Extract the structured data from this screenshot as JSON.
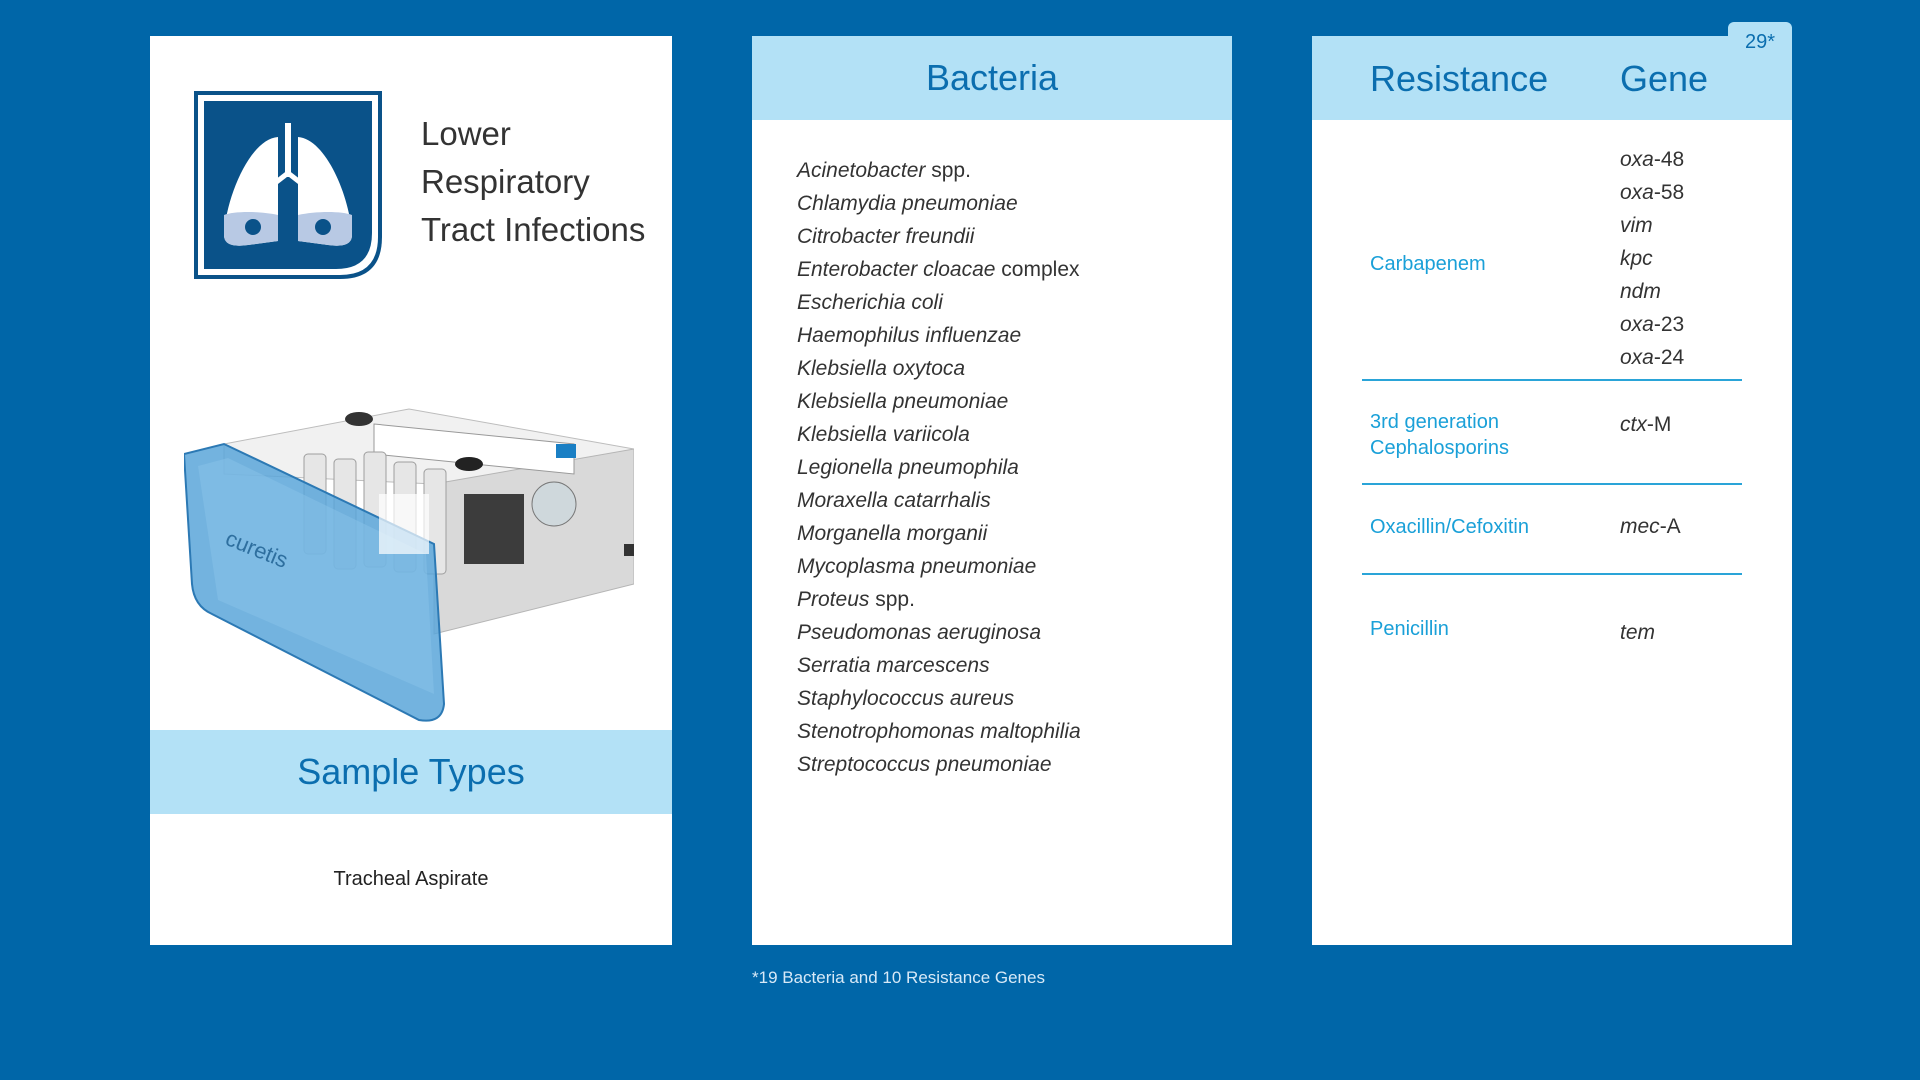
{
  "panel1": {
    "title_lines": [
      "Lower",
      "Respiratory",
      "Tract Infections"
    ],
    "sample_header": "Sample Types",
    "sample_value": "Tracheal Aspirate",
    "device_brand": "curetis"
  },
  "panel2": {
    "header": "Bacteria",
    "bacteria": [
      {
        "italic": "Acinetobacter",
        "plain": " spp."
      },
      {
        "italic": "Chlamydia pneumoniae",
        "plain": ""
      },
      {
        "italic": "Citrobacter freundii",
        "plain": ""
      },
      {
        "italic": "Enterobacter cloacae",
        "plain": " complex"
      },
      {
        "italic": "Escherichia coli",
        "plain": ""
      },
      {
        "italic": "Haemophilus influenzae",
        "plain": ""
      },
      {
        "italic": "Klebsiella oxytoca",
        "plain": ""
      },
      {
        "italic": "Klebsiella pneumoniae",
        "plain": ""
      },
      {
        "italic": "Klebsiella variicola",
        "plain": ""
      },
      {
        "italic": "Legionella pneumophila",
        "plain": ""
      },
      {
        "italic": "Moraxella catarrhalis",
        "plain": ""
      },
      {
        "italic": "Morganella morganii",
        "plain": ""
      },
      {
        "italic": "Mycoplasma pneumoniae",
        "plain": ""
      },
      {
        "italic": "Proteus",
        "plain": " spp."
      },
      {
        "italic": "Pseudomonas aeruginosa",
        "plain": ""
      },
      {
        "italic": "Serratia marcescens",
        "plain": ""
      },
      {
        "italic": "Staphylococcus aureus",
        "plain": ""
      },
      {
        "italic": "Stenotrophomonas maltophilia",
        "plain": ""
      },
      {
        "italic": "Streptococcus pneumoniae",
        "plain": ""
      }
    ]
  },
  "panel3": {
    "header_resistance": "Resistance",
    "header_gene": "Gene",
    "tab_label": "29*",
    "rows": [
      {
        "class": "Carbapenem",
        "genes": [
          {
            "italic": "oxa",
            "plain": "-48"
          },
          {
            "italic": "oxa",
            "plain": "-58"
          },
          {
            "italic": "vim",
            "plain": ""
          },
          {
            "italic": "kpc",
            "plain": ""
          },
          {
            "italic": "ndm",
            "plain": ""
          },
          {
            "italic": "oxa",
            "plain": "-23"
          },
          {
            "italic": "oxa",
            "plain": "-24"
          }
        ]
      },
      {
        "class": "3rd generation Cephalosporins",
        "genes": [
          {
            "italic": "ctx",
            "plain": "-M"
          }
        ]
      },
      {
        "class": "Oxacillin/Cefoxitin",
        "genes": [
          {
            "italic": "mec",
            "plain": "-A"
          }
        ]
      },
      {
        "class": "Penicillin",
        "genes": [
          {
            "italic": "tem",
            "plain": ""
          }
        ]
      }
    ]
  },
  "footnote": "*19 Bacteria and 10 Resistance Genes",
  "colors": {
    "background": "#0066a8",
    "band": "#b3e1f6",
    "header_text": "#0b6eaf",
    "class_text": "#1aa0d8",
    "logo_blue": "#0a5289"
  }
}
